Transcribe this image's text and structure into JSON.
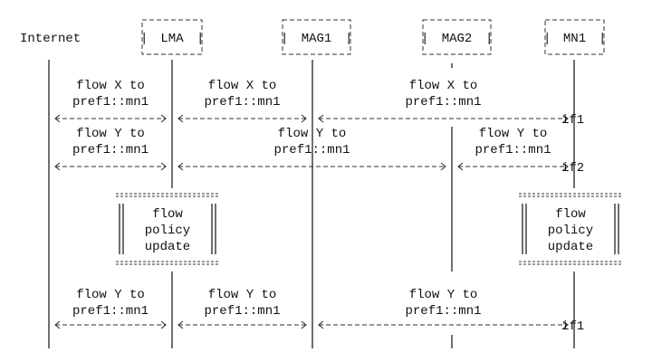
{
  "entities": {
    "internet": "Internet",
    "lma": "LMA",
    "mag1": "MAG1",
    "mag2": "MAG2",
    "mn1": "MN1"
  },
  "messages": [
    {
      "from": "internet",
      "to": "lma",
      "text1": "flow X to",
      "text2": "pref1::mn1",
      "arrow_end": ""
    },
    {
      "from": "lma",
      "to": "mag1",
      "text1": "flow X to",
      "text2": "pref1::mn1",
      "arrow_end": ""
    },
    {
      "from": "mag1",
      "to": "mn1",
      "text1": "flow X to",
      "text2": "pref1::mn1",
      "arrow_end": "if1"
    },
    {
      "from": "internet",
      "to": "lma",
      "text1": "flow Y to",
      "text2": "pref1::mn1",
      "arrow_end": ""
    },
    {
      "from": "lma",
      "to": "mag2",
      "text1": "flow Y to",
      "text2": "pref1::mn1",
      "arrow_end": ""
    },
    {
      "from": "mag2",
      "to": "mn1",
      "text1": "flow Y to",
      "text2": "pref1::mn1",
      "arrow_end": "if2"
    },
    {
      "from": "internet",
      "to": "lma",
      "text1": "flow Y to",
      "text2": "pref1::mn1",
      "arrow_end": ""
    },
    {
      "from": "lma",
      "to": "mag1",
      "text1": "flow Y to",
      "text2": "pref1::mn1",
      "arrow_end": ""
    },
    {
      "from": "mag1",
      "to": "mn1",
      "text1": "flow Y to",
      "text2": "pref1::mn1",
      "arrow_end": "if1"
    }
  ],
  "notes": [
    {
      "at": "lma",
      "lines": [
        "flow",
        "policy",
        "update"
      ]
    },
    {
      "at": "mn1",
      "lines": [
        "flow",
        "policy",
        "update"
      ]
    }
  ]
}
